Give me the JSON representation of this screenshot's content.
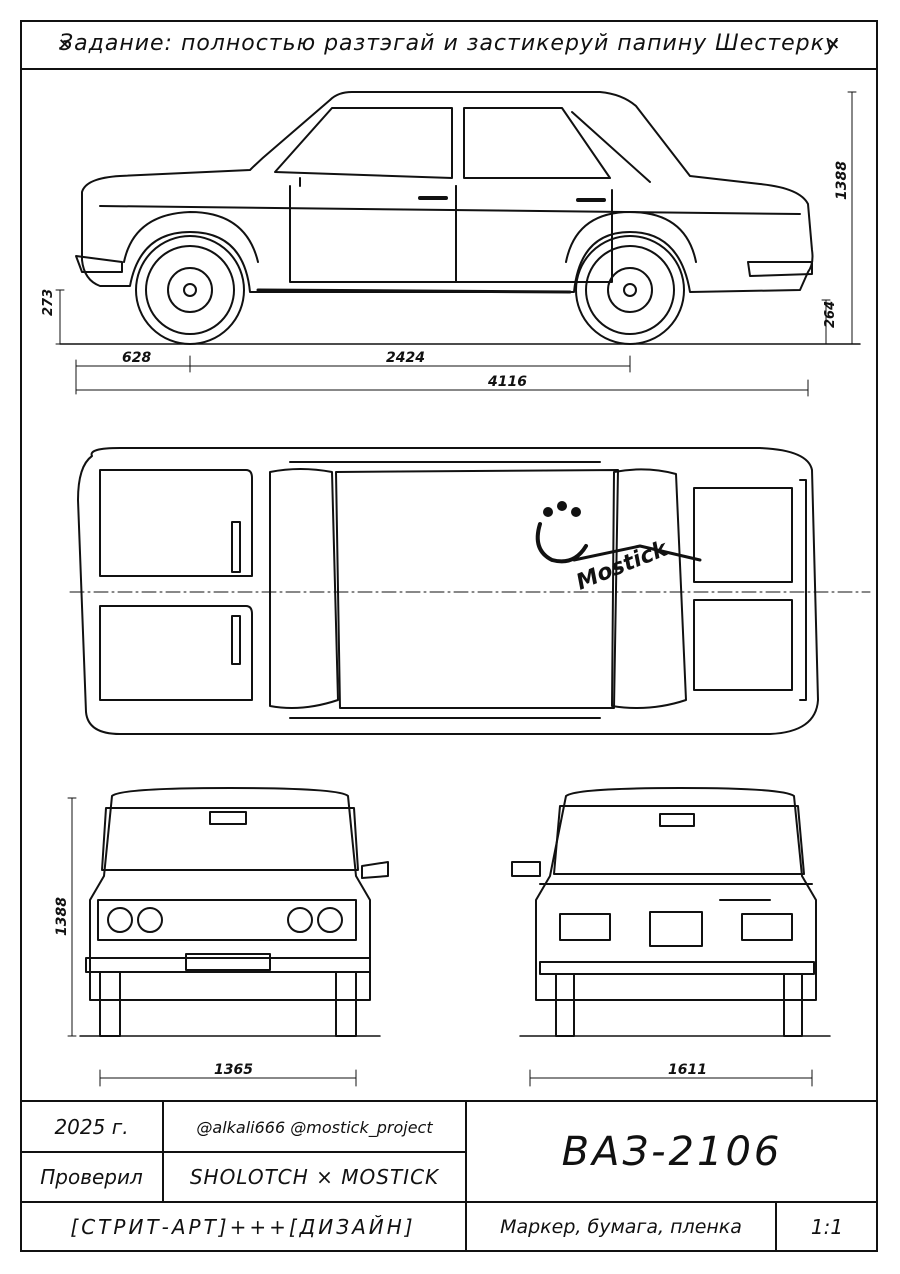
{
  "header": {
    "title": "Задание: полностью разтэгай и застикеруй папину Шестерку",
    "left_mark": "×",
    "right_mark": "×"
  },
  "dimensions": {
    "side_height": "1388",
    "side_front_clearance": "273",
    "side_rear_clearance": "264",
    "front_overhang": "628",
    "wheelbase": "2424",
    "overall_length": "4116",
    "front_height": "1388",
    "front_track": "1365",
    "rear_width": "1611"
  },
  "sticker": {
    "text": "Mostick"
  },
  "title_block": {
    "year": "2025 г.",
    "authors": "@alkali666 @mostick_project",
    "model": "ВАЗ-2106",
    "checked": "Проверил",
    "collab": "SHOLOTCH × MOSTICK",
    "tags": "[СТРИТ-АРТ]+++[ДИЗАЙН]",
    "materials": "Маркер, бумага, пленка",
    "scale": "1:1"
  }
}
